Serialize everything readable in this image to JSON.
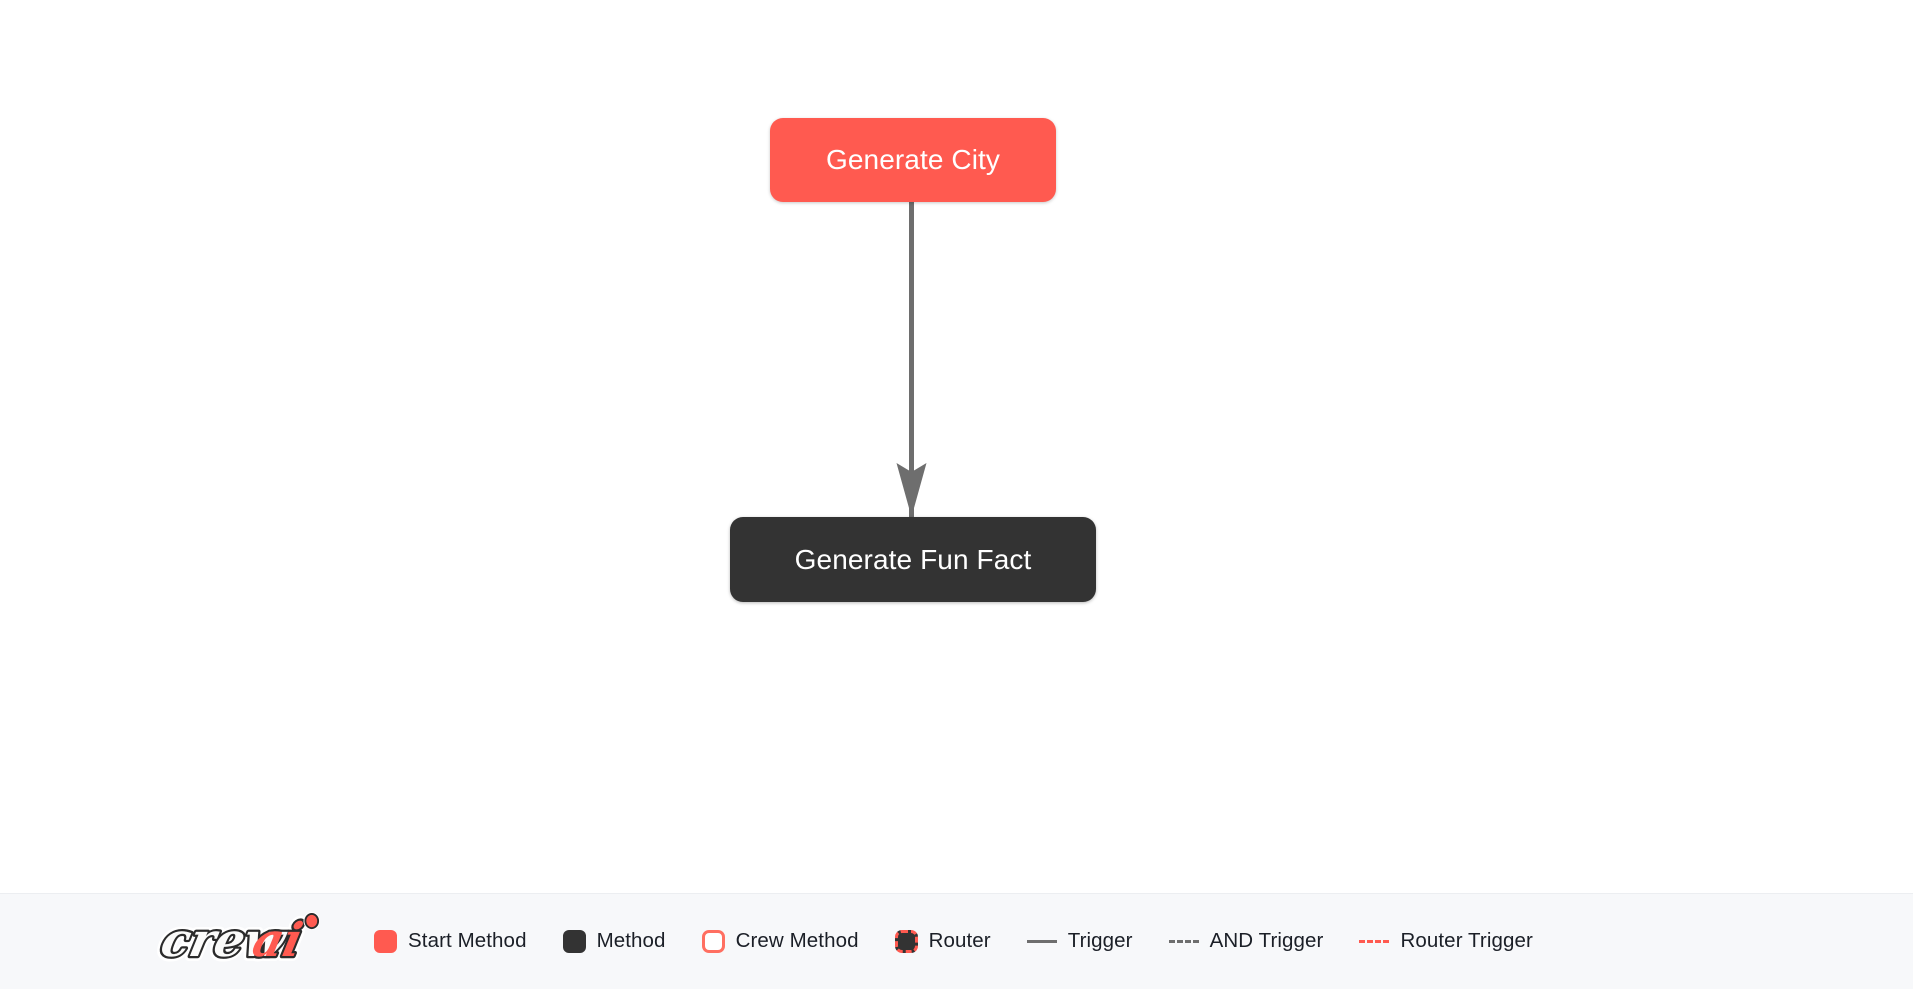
{
  "canvas": {
    "background_color": "#ffffff",
    "nodes": [
      {
        "id": "generate_city",
        "label": "Generate City",
        "type": "start-method",
        "fill": "#ff5a50",
        "text_color": "#ffffff"
      },
      {
        "id": "generate_fun_fact",
        "label": "Generate Fun Fact",
        "type": "method",
        "fill": "#333333",
        "text_color": "#ffffff"
      }
    ],
    "edges": [
      {
        "id": "edge_city_to_fun_fact",
        "from": "generate_city",
        "to": "generate_fun_fact",
        "style": "trigger",
        "color": "#6e6e6e",
        "arrowhead": "solid-concave"
      }
    ]
  },
  "legend": {
    "background_color": "#f7f8fa",
    "logo": {
      "name": "crewai-logo",
      "text_dark": "crew",
      "text_accent": "ai",
      "dark_color": "#2b2b2b",
      "accent_color": "#ff5a50"
    },
    "items": [
      {
        "label": "Start Method",
        "marker": "swatch-start",
        "color": "#ff5a50"
      },
      {
        "label": "Method",
        "marker": "swatch-method",
        "color": "#333333"
      },
      {
        "label": "Crew Method",
        "marker": "swatch-crew",
        "color": "#ff6f61"
      },
      {
        "label": "Router",
        "marker": "swatch-router",
        "color": "#ff5a50"
      },
      {
        "label": "Trigger",
        "marker": "line-solid-gray",
        "color": "#6e6e6e"
      },
      {
        "label": "AND Trigger",
        "marker": "line-dashed-gray",
        "color": "#6e6e6e"
      },
      {
        "label": "Router Trigger",
        "marker": "line-dashed-red",
        "color": "#ff5a50"
      }
    ]
  }
}
